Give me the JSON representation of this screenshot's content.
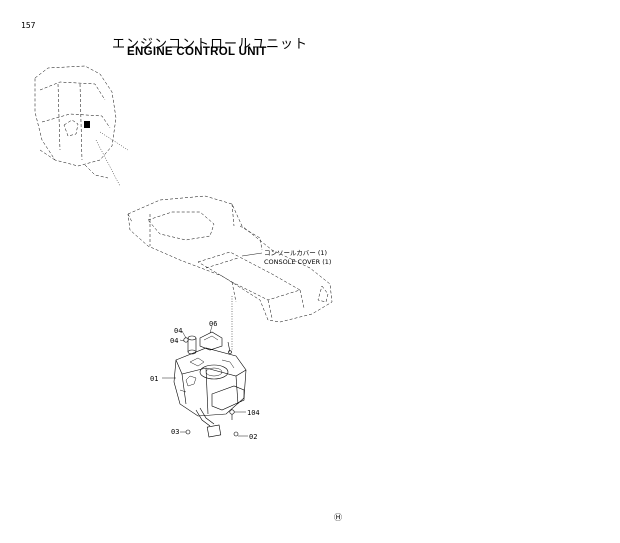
{
  "page_number": "157",
  "title_jp": "エンジンコントロールユニット",
  "title_en": "ENGINE CONTROL UNIT",
  "console_cover": {
    "jp": "コンソールカバー (1)",
    "en": "CONSOLE COVER (1)"
  },
  "callouts": {
    "c04a": "04",
    "c04b": "04",
    "c06": "06",
    "c01": "01",
    "c104": "104",
    "c03": "03",
    "c02": "02"
  },
  "footer_mark": "Ⓗ"
}
